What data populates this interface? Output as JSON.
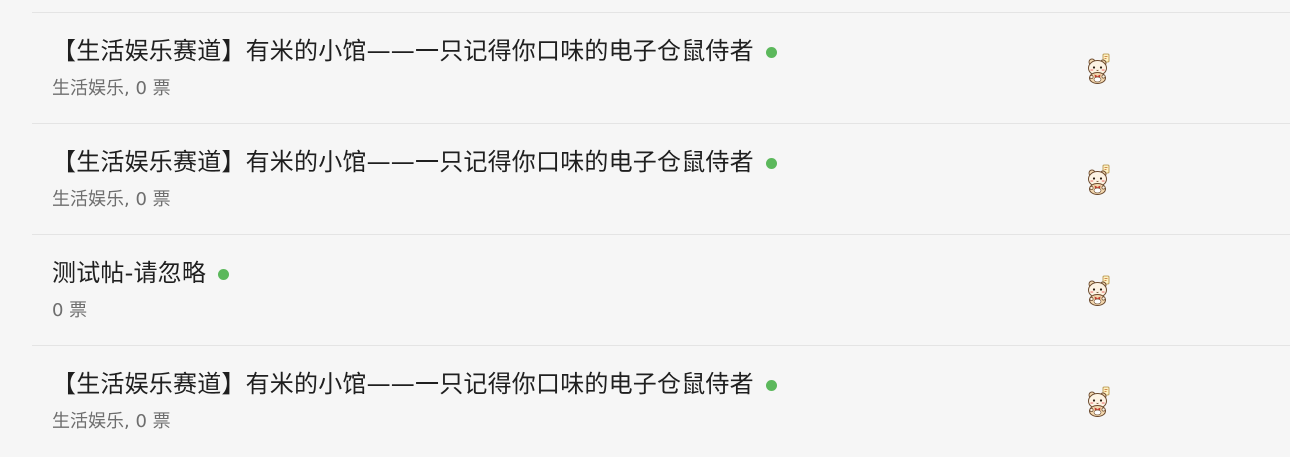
{
  "colors": {
    "status_dot": "#5cb85c",
    "title_text": "#1f1f1f",
    "meta_text": "#6e6e6e",
    "divider": "#e4e4e4",
    "background": "#f6f6f6"
  },
  "posts": [
    {
      "title": "【生活娱乐赛道】有米的小馆——一只记得你口味的电子仓鼠侍者",
      "meta": "生活娱乐, 0 票",
      "avatar_icon": "hamster-avatar-icon"
    },
    {
      "title": "【生活娱乐赛道】有米的小馆——一只记得你口味的电子仓鼠侍者",
      "meta": "生活娱乐, 0 票",
      "avatar_icon": "hamster-avatar-icon"
    },
    {
      "title": "测试帖-请忽略",
      "meta": "0 票",
      "avatar_icon": "hamster-avatar-icon"
    },
    {
      "title": "【生活娱乐赛道】有米的小馆——一只记得你口味的电子仓鼠侍者",
      "meta": "生活娱乐, 0 票",
      "avatar_icon": "hamster-avatar-icon"
    }
  ]
}
